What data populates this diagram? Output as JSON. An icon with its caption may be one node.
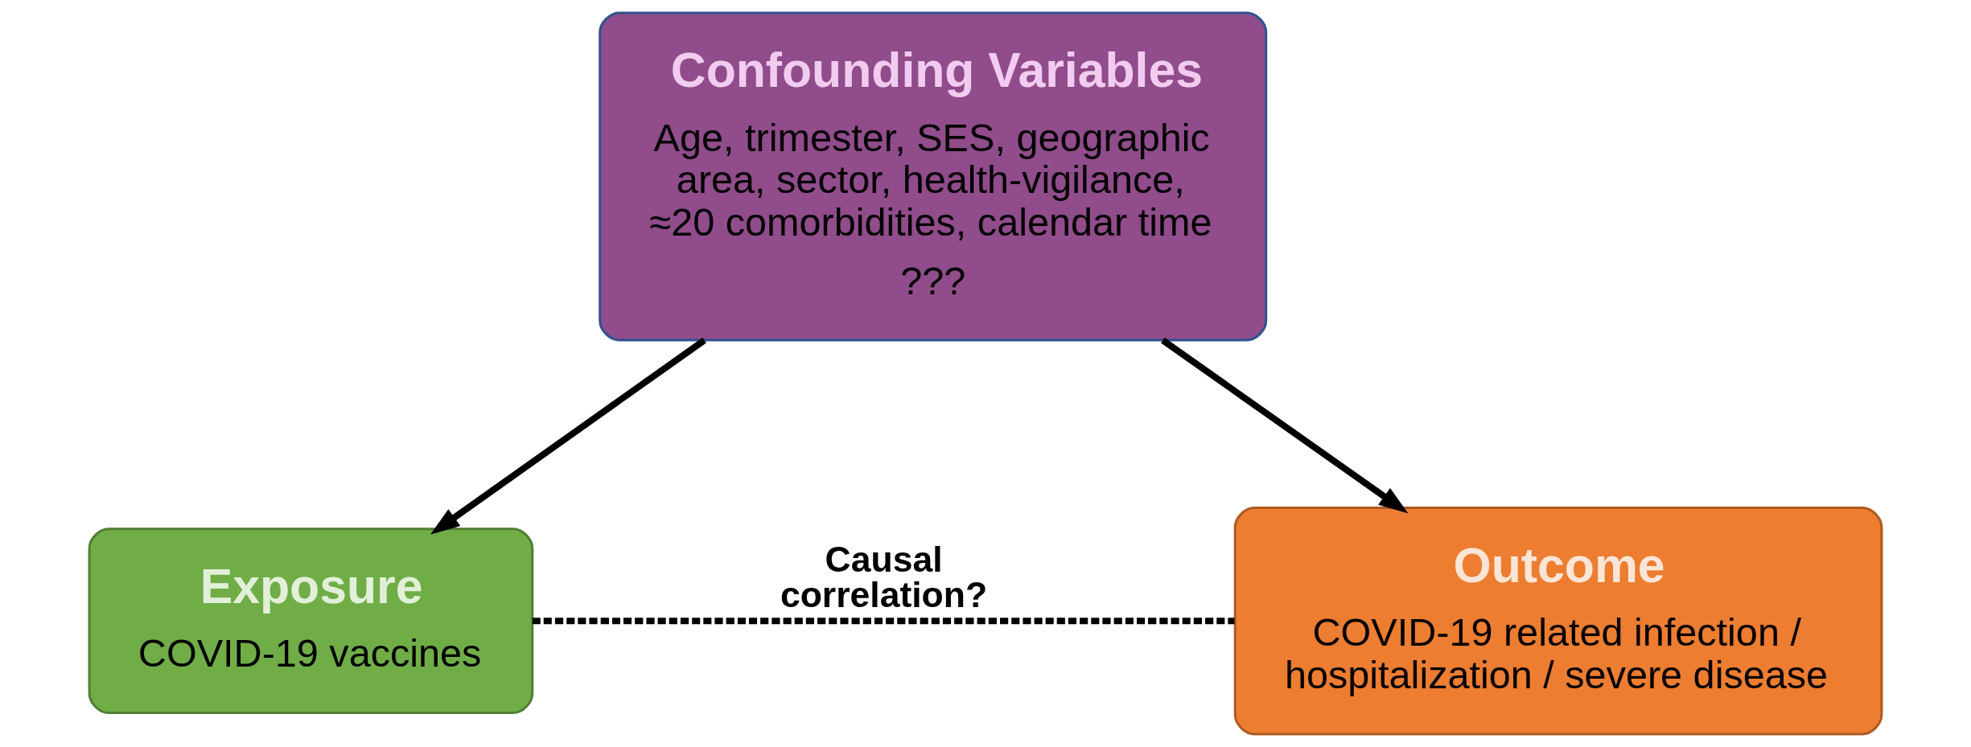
{
  "diagram": {
    "nodes": [
      {
        "text": [
          "Confounding Variables",
          "Age, trimester, SES, geographic area, sector, health-vigilance, ≈20 comorbidities, calendar time",
          "???"
        ]
      },
      {
        "text": [
          "Exposure",
          "COVID-19 vaccines"
        ]
      },
      {
        "text": [
          "Outcome",
          "COVID-19 related infection / hospitalization / severe disease"
        ]
      }
    ],
    "edges": [
      {
        "from": 0,
        "to": 1,
        "arrow": "to"
      },
      {
        "from": 0,
        "to": 2,
        "arrow": "to"
      },
      {
        "from": 1,
        "to": 2,
        "arrow": "none",
        "label": "Causal correlation?",
        "style": "dashed"
      }
    ]
  }
}
